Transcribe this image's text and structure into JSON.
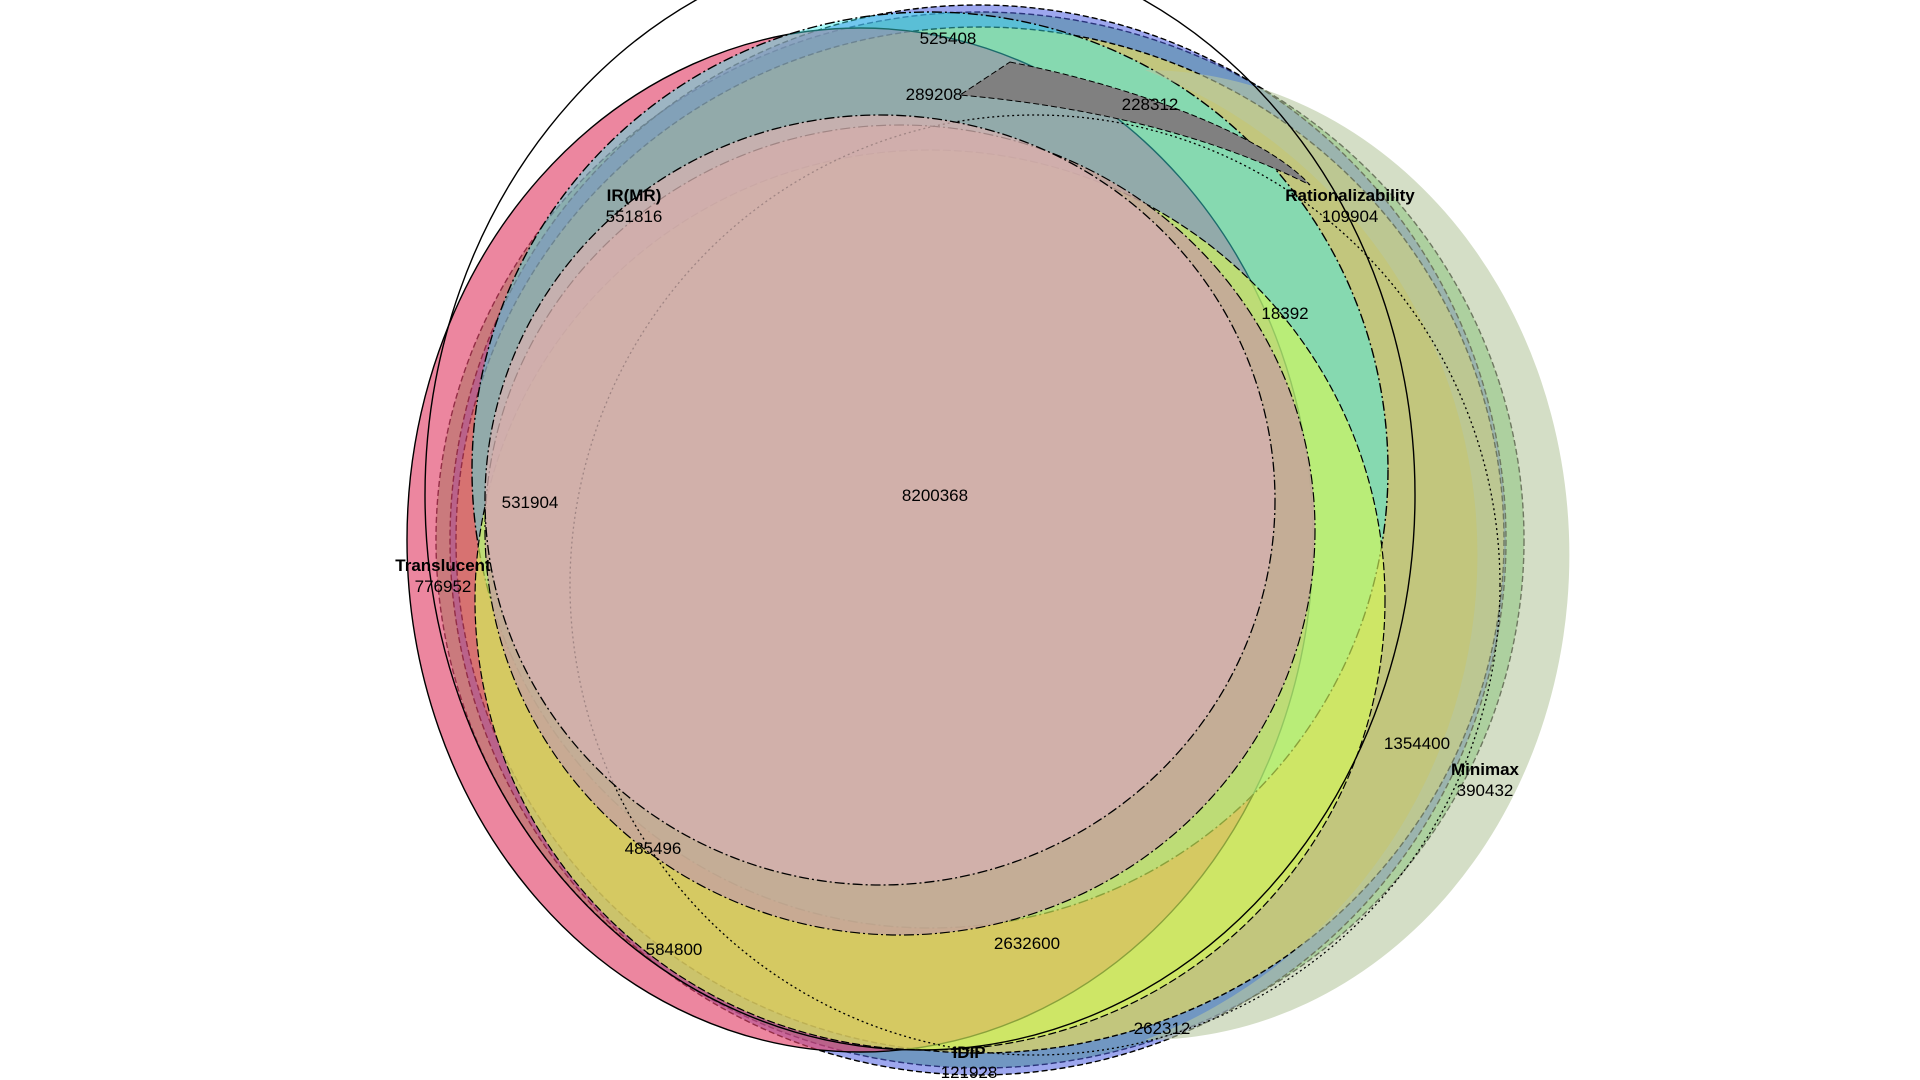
{
  "sets": [
    {
      "key": "translucent",
      "label": "Translucent",
      "count": "776952",
      "color": "#e2456c"
    },
    {
      "key": "ir_mr",
      "label": "IR(MR)",
      "count": "551816",
      "color": "#3ff0f0"
    },
    {
      "key": "rationalizability",
      "label": "Rationalizability",
      "count": "109904",
      "color": "#f9e64f"
    },
    {
      "key": "minimax",
      "label": "Minimax",
      "count": "390432",
      "color": "#3bba3b"
    },
    {
      "key": "idip",
      "label": "IDIP",
      "count": "121928",
      "color": "#4d5ee0"
    }
  ],
  "overlay_color": "#d4c45a",
  "inner_color": "#c6a49c",
  "intersections": [
    {
      "key": "top",
      "value": "525408"
    },
    {
      "key": "upper",
      "value": "289208"
    },
    {
      "key": "grey",
      "value": "228312"
    },
    {
      "key": "right-sliver",
      "value": "18392"
    },
    {
      "key": "center",
      "value": "8200368"
    },
    {
      "key": "left",
      "value": "531904"
    },
    {
      "key": "lower-left",
      "value": "485496"
    },
    {
      "key": "bottom-left",
      "value": "584800"
    },
    {
      "key": "bottom-center",
      "value": "2632600"
    },
    {
      "key": "right",
      "value": "1354400"
    },
    {
      "key": "bottom-right",
      "value": "262312"
    }
  ]
}
